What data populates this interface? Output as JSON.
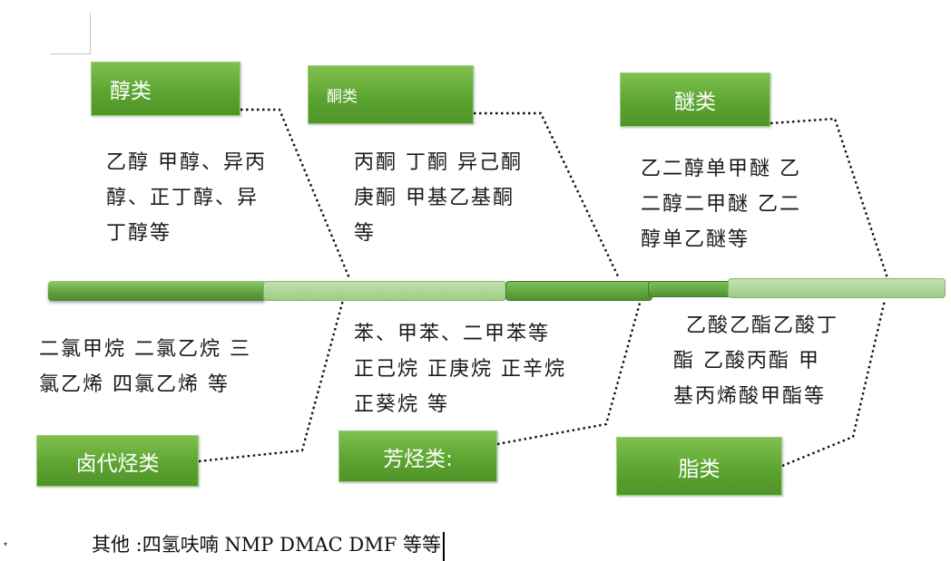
{
  "categories": {
    "alcohols": {
      "label": "醇类",
      "lines": [
        "乙醇 甲醇、异丙",
        "醇、正丁醇、异",
        "丁醇等"
      ]
    },
    "ketones": {
      "label": "酮类",
      "lines": [
        "丙酮 丁酮 异己酮",
        "庚酮 甲基乙基酮",
        "等"
      ]
    },
    "ethers": {
      "label": "醚类",
      "lines": [
        "乙二醇单甲醚 乙",
        "二醇二甲醚 乙二",
        "醇单乙醚等"
      ]
    },
    "halogenated": {
      "label": "卤代烃类",
      "lines": [
        "二氯甲烷 二氯乙烷 三",
        "氯乙烯 四氯乙烯 等"
      ]
    },
    "aromatics": {
      "label": "芳烃类:",
      "lines": [
        "苯、甲苯、二甲苯等",
        "正己烷 正庚烷 正辛烷",
        "正葵烷 等"
      ]
    },
    "esters": {
      "label": "脂类",
      "lines": [
        "乙酸乙酯乙酸丁",
        "酯 乙酸丙酯 甲",
        "基丙烯酸甲酯等"
      ]
    }
  },
  "other": {
    "text": "其他 :四氢呋喃 NMP DMAC DMF 等等"
  },
  "colors": {
    "box_green": "#5da532",
    "spine_dark": "#5e9e3e",
    "spine_light": "#a8d391"
  }
}
